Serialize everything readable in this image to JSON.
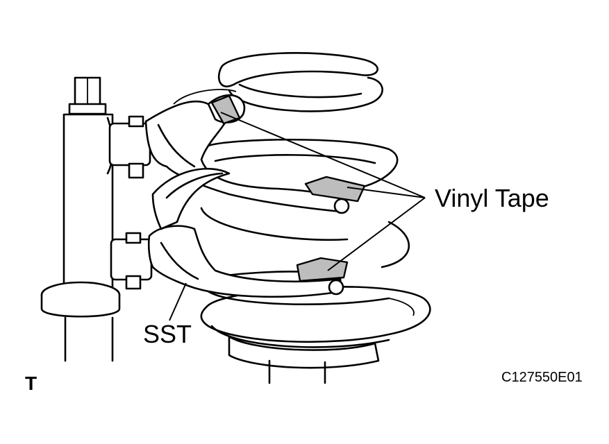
{
  "labels": {
    "vinyl_tape": "Vinyl Tape",
    "sst": "SST",
    "corner": "T",
    "figure_code": "C127550E01"
  }
}
